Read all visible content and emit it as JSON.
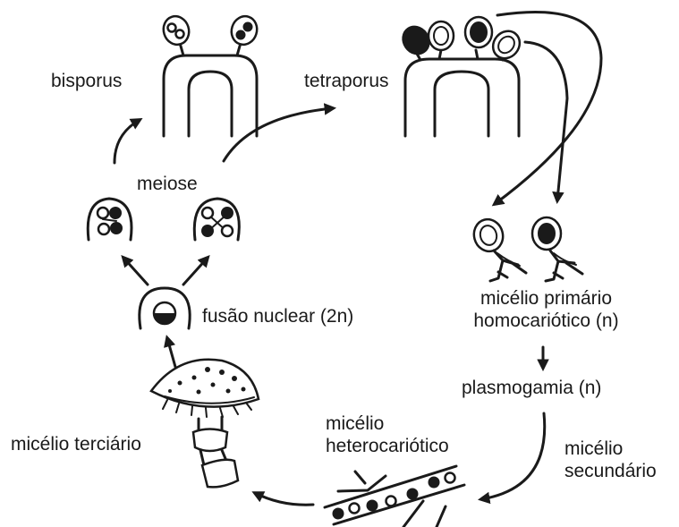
{
  "labels": {
    "bisporus": "bisporus",
    "tetraporus": "tetraporus",
    "meiose": "meiose",
    "fusao_nuclear": "fusão nuclear (2n)",
    "micelio_primario_1": "micélio primário",
    "micelio_primario_2": "homocariótico (n)",
    "plasmogamia": "plasmogamia (n)",
    "micelio_secundario_1": "micélio",
    "micelio_secundario_2": "secundário",
    "micelio_heterocariotico_1": "micélio",
    "micelio_heterocariotico_2": "heterocariótico",
    "micelio_terciario": "micélio terciário"
  },
  "colors": {
    "ink": "#1a1a1a",
    "background": "#ffffff"
  }
}
